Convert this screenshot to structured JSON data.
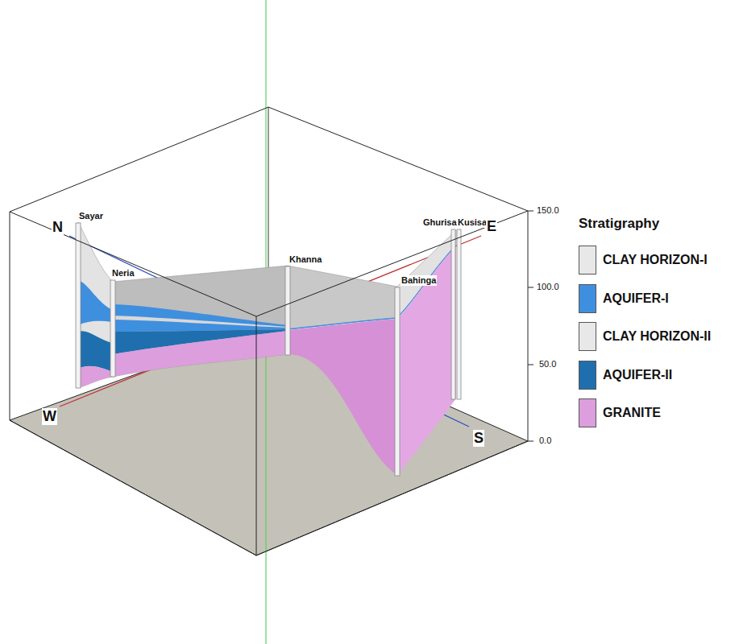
{
  "diagram": {
    "labels": [
      "Sayar",
      "Neria",
      "Khanna",
      "Bahinga",
      "Ghurisa",
      "Kusisa",
      "N",
      "E",
      "W",
      "S",
      "150.0",
      "100.0",
      "50.0",
      "0.0",
      "Stratigraphy"
    ],
    "legend": [
      {
        "text": "CLAY HORIZON-I",
        "color": "#e8e8e8"
      },
      {
        "text": "AQUIFER-I",
        "color": "#3f8fdf"
      },
      {
        "text": "CLAY HORIZON-II",
        "color": "#e8e8e8"
      },
      {
        "text": "AQUIFER-II",
        "color": "#1f6fae"
      },
      {
        "text": "GRANITE",
        "color": "#dc9edc"
      }
    ]
  }
}
